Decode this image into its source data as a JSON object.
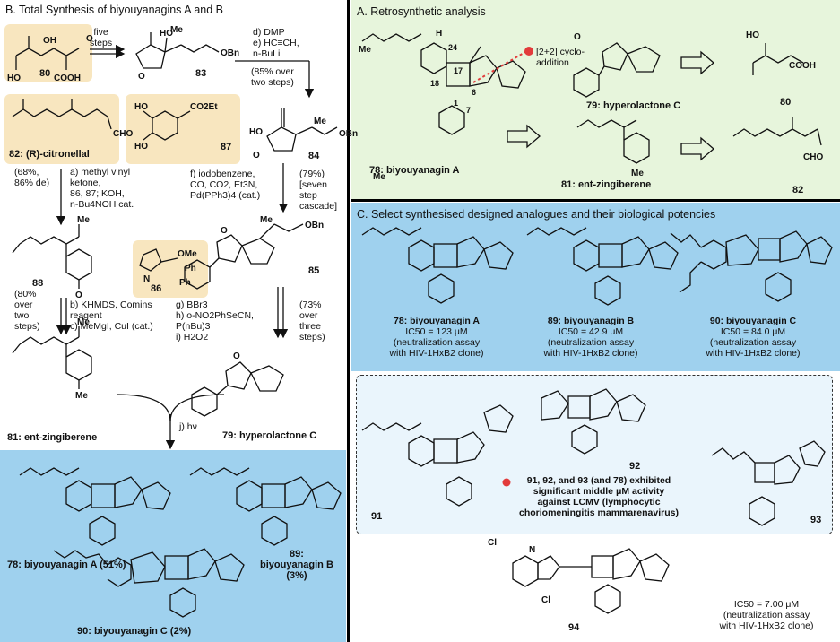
{
  "colors": {
    "panel_a_bg": "#e7f5dc",
    "panel_c_bg": "#9fd1ee",
    "panel_c_inner_bg": "#eaf5fc",
    "panel_b_bottom_bg": "#9fd1ee",
    "highlight_box": "#f8e6bf",
    "marker_red": "#e23b3b",
    "divider": "#000000"
  },
  "panel_b": {
    "title": "B. Total Synthesis of biyouyanagins A and B",
    "step_five": "five\nsteps",
    "cpd_80": "80",
    "cpd_83": "83",
    "step_de": "d) DMP\ne) HC≡CH,\nn-BuLi",
    "yield_de": "(85% over\ntwo steps)",
    "cpd_82": "82: (R)-citronellal",
    "cpd_87": "87",
    "cpd_84": "84",
    "yield_a": "(68%,\n86% de)",
    "step_a": "a) methyl vinyl\nketone,\n86, 87; KOH,\nn-Bu4NOH cat.",
    "step_f": "f) iodobenzene,\nCO, CO2, Et3N,\nPd(PPh3)4 (cat.)",
    "yield_f": "(79%)\n[seven\nstep\ncascade]",
    "cpd_86": "86",
    "cpd_88": "88",
    "cpd_85": "85",
    "yield_bc": "(80%\nover\ntwo\nsteps)",
    "step_bc": "b) KHMDS, Comins\nreagent\nc) MeMgI, CuI (cat.)",
    "step_ghi": "g) BBr3\nh) o-NO2PhSeCN,\nP(nBu)3\ni) H2O2",
    "yield_ghi": "(73%\nover\nthree\nsteps)",
    "cpd_81": "81: ent-zingiberene",
    "step_j": "j) hν",
    "cpd_79": "79: hyperolactone C",
    "prod_78": "78: biyouyanagin A (51%)",
    "prod_89": "89:\nbiyouyanagin B\n(3%)",
    "prod_90": "90: biyouyanagin C (2%)"
  },
  "panel_a": {
    "title": "A. Retrosynthetic analysis",
    "cycloaddition": "[2+2] cyclo-\naddition",
    "cpd_79": "79: hyperolactone C",
    "cpd_80": "80",
    "cpd_78": "78: biyouyanagin A",
    "cpd_81": "81: ent-zingiberene",
    "cpd_82": "82",
    "atom_numbers": [
      "24",
      "17",
      "18",
      "6",
      "7",
      "1"
    ]
  },
  "panel_c": {
    "title": "C. Select synthesised designed analogues and their biological potencies",
    "items": [
      {
        "name": "78: biyouyanagin A",
        "ic50": "IC50 = 123 μM",
        "assay": "(neutralization assay\nwith HIV-1HxB2 clone)"
      },
      {
        "name": "89: biyouyanagin B",
        "ic50": "IC50 = 42.9 μM",
        "assay": "(neutralization assay\nwith HIV-1HxB2 clone)"
      },
      {
        "name": "90: biyouyanagin C",
        "ic50": "IC50 = 84.0 μM",
        "assay": "(neutralization assay\nwith HIV-1HxB2 clone)"
      }
    ],
    "cpd_91": "91",
    "cpd_92": "92",
    "cpd_93": "93",
    "note": "91, 92, and 93 (and 78) exhibited\nsignificant middle μM activity\nagainst LCMV (lymphocytic\nchoriomeningitis mammarenavirus)",
    "cpd_94": "94",
    "ic50_94": "IC50 = 7.00 μM",
    "assay_94": "(neutralization assay\nwith HIV-1HxB2 clone)"
  }
}
